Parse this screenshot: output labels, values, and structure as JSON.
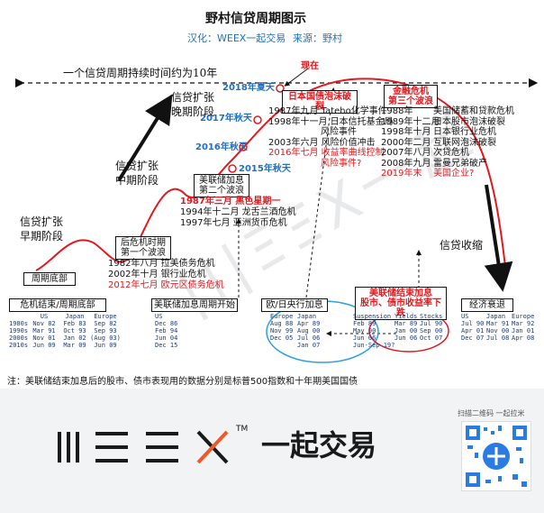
{
  "title": "野村信贷周期图示",
  "subtitle_left": "汉化：WEEX一起交易",
  "subtitle_right": "来源：野村",
  "cycle_duration": "一个信贷周期持续时间约为10年",
  "now_label": "现在",
  "stages": {
    "early": [
      "信贷扩张",
      "早期阶段"
    ],
    "middle": [
      "信贷扩张",
      "中期阶段"
    ],
    "late": [
      "信贷扩张",
      "晚期阶段"
    ],
    "contraction": "信贷收缩"
  },
  "dots": [
    "2018年夏天",
    "2017年秋天",
    "2016年秋天",
    "2015年秋天"
  ],
  "boxes": {
    "trough": "周期底部",
    "post_crisis": [
      "后危机时期",
      "第一个波浪"
    ],
    "fed_2nd": [
      "美联储加息",
      "第二个波浪"
    ],
    "japan_bubble": "日本国债泡沫破裂",
    "financial_crisis": [
      "金融危机",
      "第三个波浪"
    ],
    "crisis_end": "危机结束/周期底部",
    "fed_hike_start": "美联储加息周期开始",
    "eu_jp_cb": "欧/日央行加息",
    "fed_hike_end": [
      "美联储结束加息",
      "股市、债市收益率下跌"
    ],
    "recession": "经济衰退"
  },
  "events": {
    "wave1": [
      {
        "date": "1982年八月",
        "event": "拉美债务危机",
        "red": false
      },
      {
        "date": "2002年十月",
        "event": "银行业危机",
        "red": false
      },
      {
        "date": "2012年七月",
        "event": "欧元区债务危机",
        "red": true
      }
    ],
    "wave2": [
      {
        "date": "1987年三月",
        "event": "黑色星期一",
        "red": true
      },
      {
        "date": "1994年十二月",
        "event": "龙舌兰酒危机",
        "red": false
      },
      {
        "date": "1997年七月",
        "event": "亚洲货币危机",
        "red": false
      }
    ],
    "late": [
      {
        "date": "1987年九月",
        "event": "Tateho化学事件",
        "red": false
      },
      {
        "date": "1998年十一月",
        "event": "日本信托基金局",
        "red": false
      },
      {
        "date": "",
        "event": "风险事件",
        "red": false
      },
      {
        "date": "2003年六月",
        "event": "风险价值冲击",
        "red": false
      },
      {
        "date": "2016年七月",
        "event": "收益率曲线控制",
        "red": true
      },
      {
        "date": "",
        "event": "风险事件?",
        "red": true
      }
    ],
    "wave3": [
      {
        "date": "1988年",
        "event": "美国储蓄和贷款危机",
        "red": false
      },
      {
        "date": "1989年十二月",
        "event": "日本股市泡沫破裂",
        "red": false
      },
      {
        "date": "1998年十月",
        "event": "日本银行业危机",
        "red": false
      },
      {
        "date": "2000年二月",
        "event": "互联网泡沫破裂",
        "red": false
      },
      {
        "date": "2007年八月",
        "event": "次贷危机",
        "red": false
      },
      {
        "date": "2008年九月",
        "event": "雷曼兄弟破产",
        "red": false
      },
      {
        "date": "2019年末",
        "event": "美国企业?",
        "red": true
      }
    ]
  },
  "tables": {
    "crisis_end": {
      "headers": [
        "US",
        "Japan",
        "Europe"
      ],
      "rows": [
        [
          "1980s",
          "Nov 82",
          "Feb 83",
          "Sep 82"
        ],
        [
          "1990s",
          "Mar 91",
          "Oct 93",
          "Sep 93"
        ],
        [
          "2000s",
          "Nov 01",
          "Jan 02",
          "(Aug 03)"
        ],
        [
          "2010s",
          "Jun 09",
          "Mar 09",
          "Jun 09"
        ]
      ]
    },
    "fed_hike_start": {
      "header": "US",
      "rows": [
        "Dec 86",
        "Feb 94",
        "Jun 04",
        "Dec 15"
      ]
    },
    "eu_jp": {
      "headers": [
        "Europe",
        "Japan"
      ],
      "rows": [
        [
          "Aug 88",
          "Apr 89"
        ],
        [
          "Nov 99",
          "Aug 00"
        ],
        [
          "Dec 05",
          "Jul 06"
        ],
        [
          "",
          "Jan 07"
        ]
      ]
    },
    "fed_end": {
      "headers": [
        "Suspension",
        "Yields",
        "Stocks"
      ],
      "rows": [
        [
          "Feb 89",
          "Mar 89",
          "Jul 90"
        ],
        [
          "May 00",
          "Jan 00",
          "Sep 00"
        ],
        [
          "Jun 06",
          "Jun 06",
          "Oct 07"
        ],
        [
          "Jun-Sep 19?",
          "",
          ""
        ]
      ]
    },
    "recession": {
      "headers": [
        "US",
        "Japan",
        "Europe"
      ],
      "rows": [
        [
          "Jul 90",
          "Mar 91",
          "Mar 92"
        ],
        [
          "Apr 01",
          "Nov 00",
          "Jan 01"
        ],
        [
          "Dec 07",
          "Jul 08",
          "Apr 08"
        ]
      ]
    }
  },
  "footnote": "注：美联储结束加息后的股市、债市表现用的数据分别是标普500指数和十年期美国国债",
  "brand": {
    "logo_text": "一起交易",
    "tm": "TM",
    "qr_caption": "扫描二维码 一起拉米",
    "watermark": "WEEX 一起交易"
  }
}
